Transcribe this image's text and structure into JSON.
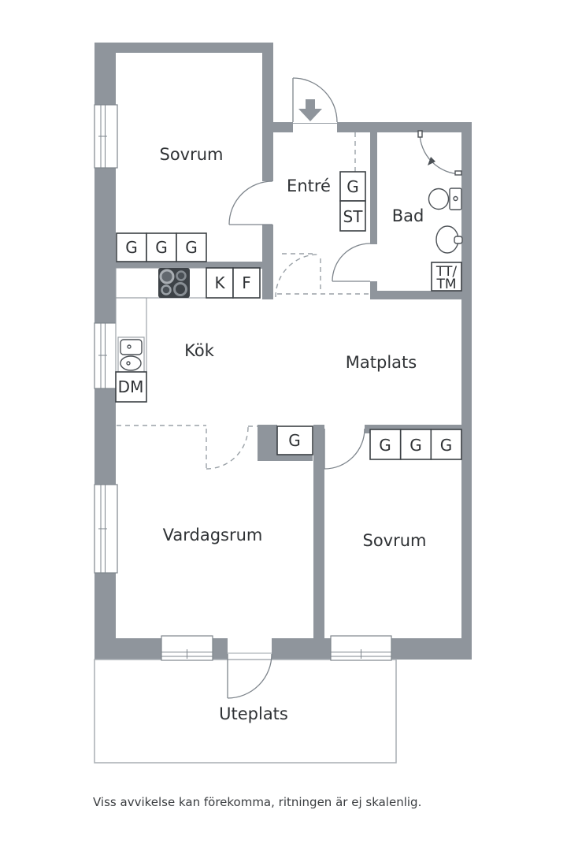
{
  "rooms": {
    "bedroom_top": "Sovrum",
    "entrance": "Entré",
    "bathroom": "Bad",
    "kitchen": "Kök",
    "dining": "Matplats",
    "living_room": "Vardagsrum",
    "bedroom_bottom": "Sovrum",
    "patio": "Uteplats"
  },
  "labels": {
    "wardrobe": "G",
    "cleaning_closet": "ST",
    "dishwasher": "DM",
    "fridge": "K",
    "freezer": "F",
    "washer_line1": "TT/",
    "washer_line2": "TM"
  },
  "footer": {
    "disclaimer": "Viss avvikelse kan förekomma, ritningen är ej skalenlig."
  },
  "colors": {
    "wall": "#8f959c",
    "outline_dark": "#3b4044",
    "outline_light": "#7e858c",
    "dashed_line": "#9aa1a7",
    "text": "#2f3235",
    "background": "#ffffff"
  }
}
